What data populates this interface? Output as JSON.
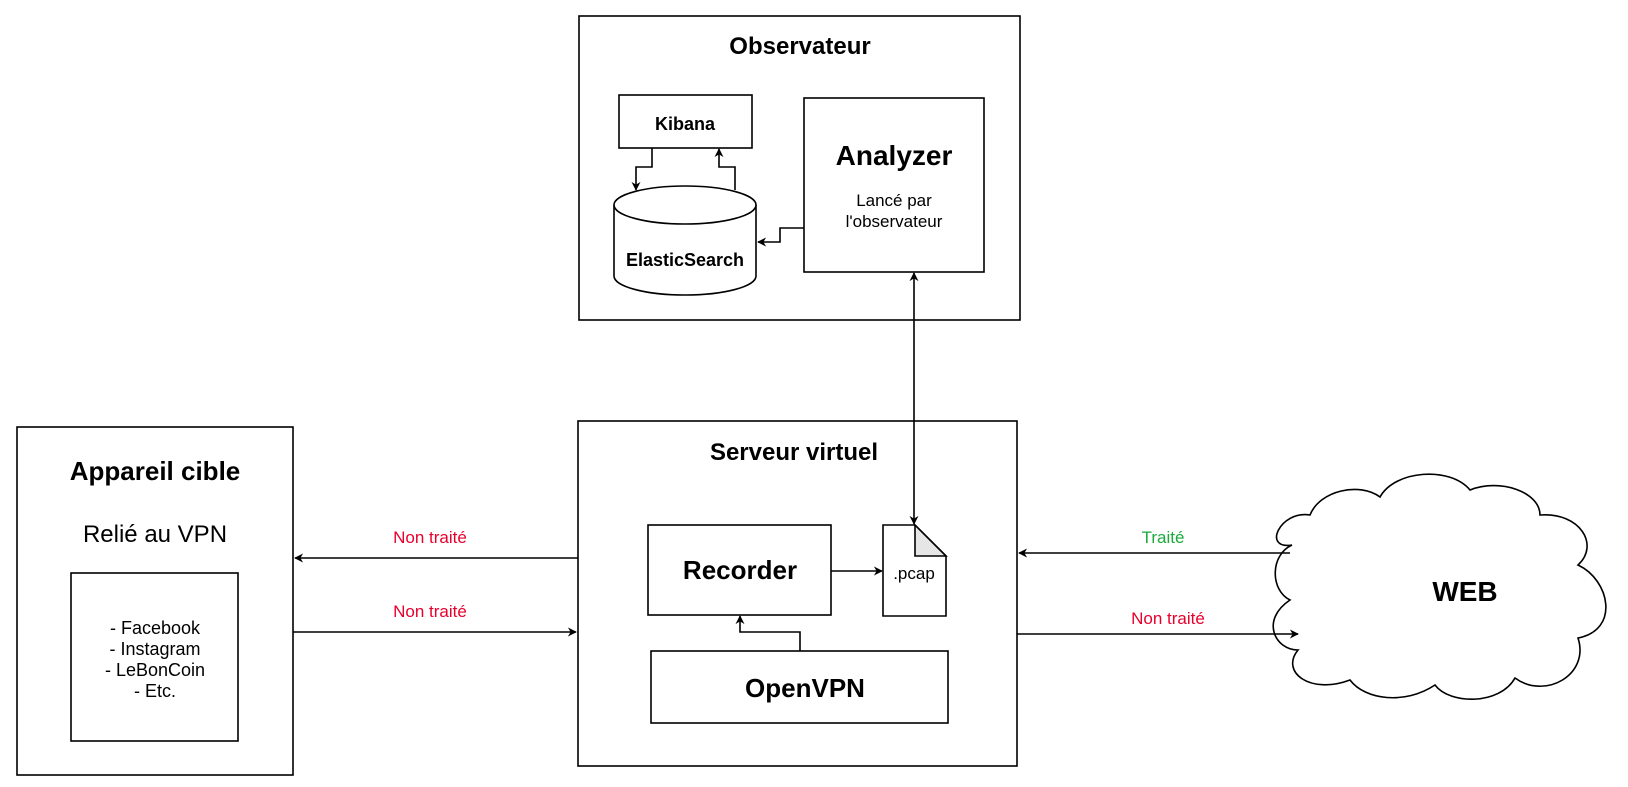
{
  "observateur": {
    "title": "Observateur",
    "kibana": "Kibana",
    "elasticsearch": "ElasticSearch",
    "analyzer": {
      "title": "Analyzer",
      "line1": "Lancé par",
      "line2": "l'observateur"
    }
  },
  "serveur": {
    "title": "Serveur virtuel",
    "recorder": "Recorder",
    "pcap": ".pcap",
    "openvpn": "OpenVPN"
  },
  "appareil": {
    "title": "Appareil cible",
    "subtitle": "Relié au VPN",
    "apps": [
      "- Facebook",
      "- Instagram",
      "- LeBonCoin",
      "- Etc."
    ]
  },
  "web": {
    "label": "WEB"
  },
  "edge_labels": {
    "serveur_to_appareil": "Non traité",
    "appareil_to_serveur": "Non traité",
    "web_to_serveur": "Traité",
    "serveur_to_web": "Non traité"
  },
  "colors": {
    "untreated": "#e8002d",
    "treated": "#1aaa3c",
    "stroke": "#000000"
  }
}
